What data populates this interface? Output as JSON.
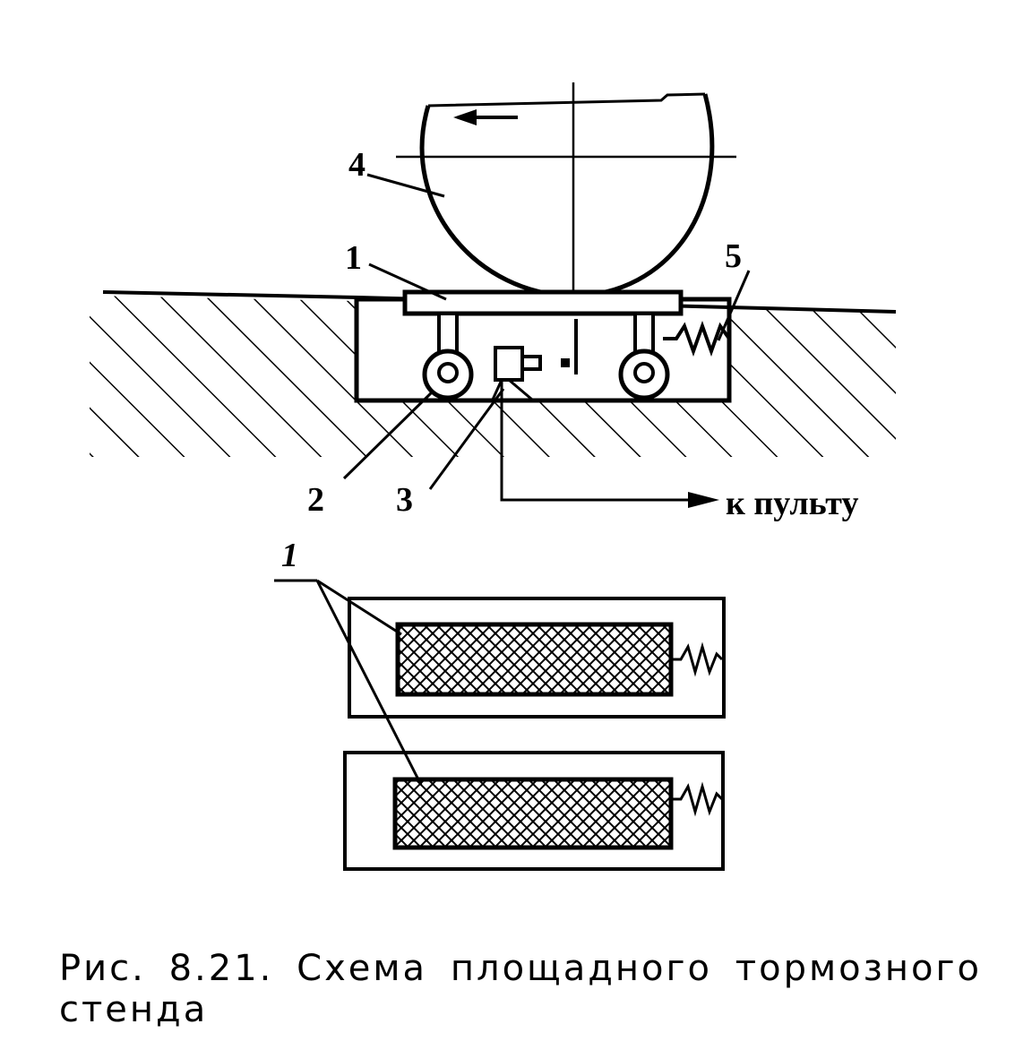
{
  "labels": {
    "wheel": "4",
    "platform": "1",
    "spring": "5",
    "roller": "2",
    "sensor": "3",
    "to_console": "к пульту",
    "top_view_platform": "1"
  },
  "caption": {
    "words_line1": [
      "Рис.",
      "8.21.",
      "Схема",
      "площадного",
      "тормозного"
    ],
    "line2": "стенда"
  }
}
